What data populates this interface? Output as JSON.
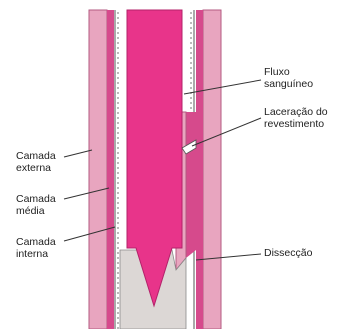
{
  "diagram": {
    "labels": {
      "fluxo": [
        "Fluxo",
        "sanguíneo"
      ],
      "laceracao": [
        "Laceração do",
        "revestimento"
      ],
      "disseccao": [
        "Dissecção"
      ],
      "camada_externa": [
        "Camada",
        "externa"
      ],
      "camada_media": [
        "Camada",
        "média"
      ],
      "camada_interna": [
        "Camada",
        "interna"
      ]
    },
    "colors": {
      "outer_wall": "#e8a5bf",
      "outer_wall_edge": "#b35a82",
      "middle_wall": "#d64a8c",
      "blood": "#e8348a",
      "clot": "#dcd7d5",
      "intima": "#555555",
      "leader": "#333333"
    }
  }
}
